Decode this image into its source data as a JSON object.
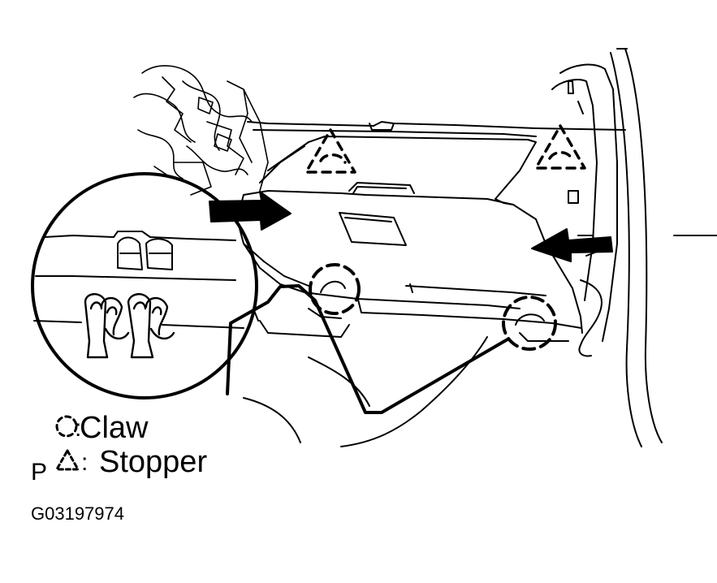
{
  "legend": {
    "claw_label": "Claw",
    "stopper_label": "Stopper",
    "claw_symbol": "dashed-circle-icon",
    "stopper_symbol": "dashed-triangle-icon"
  },
  "marker_p": "P",
  "figure_code": "G03197974",
  "colors": {
    "line": "#000000",
    "background": "#ffffff"
  }
}
